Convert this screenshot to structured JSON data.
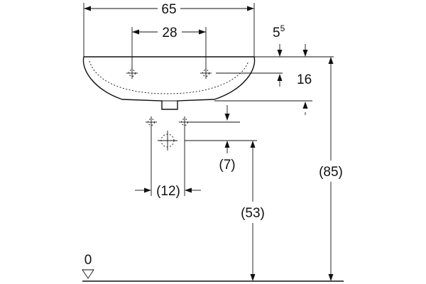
{
  "dimensions": {
    "overall_width": "65",
    "hole_spacing": "28",
    "rim_thickness": "5",
    "rim_thickness_sup": "5",
    "depth": "16",
    "waste_offset": "(7)",
    "supply_spacing": "(12)",
    "waste_height": "(53)",
    "rim_height": "(85)",
    "floor_level": "0"
  }
}
